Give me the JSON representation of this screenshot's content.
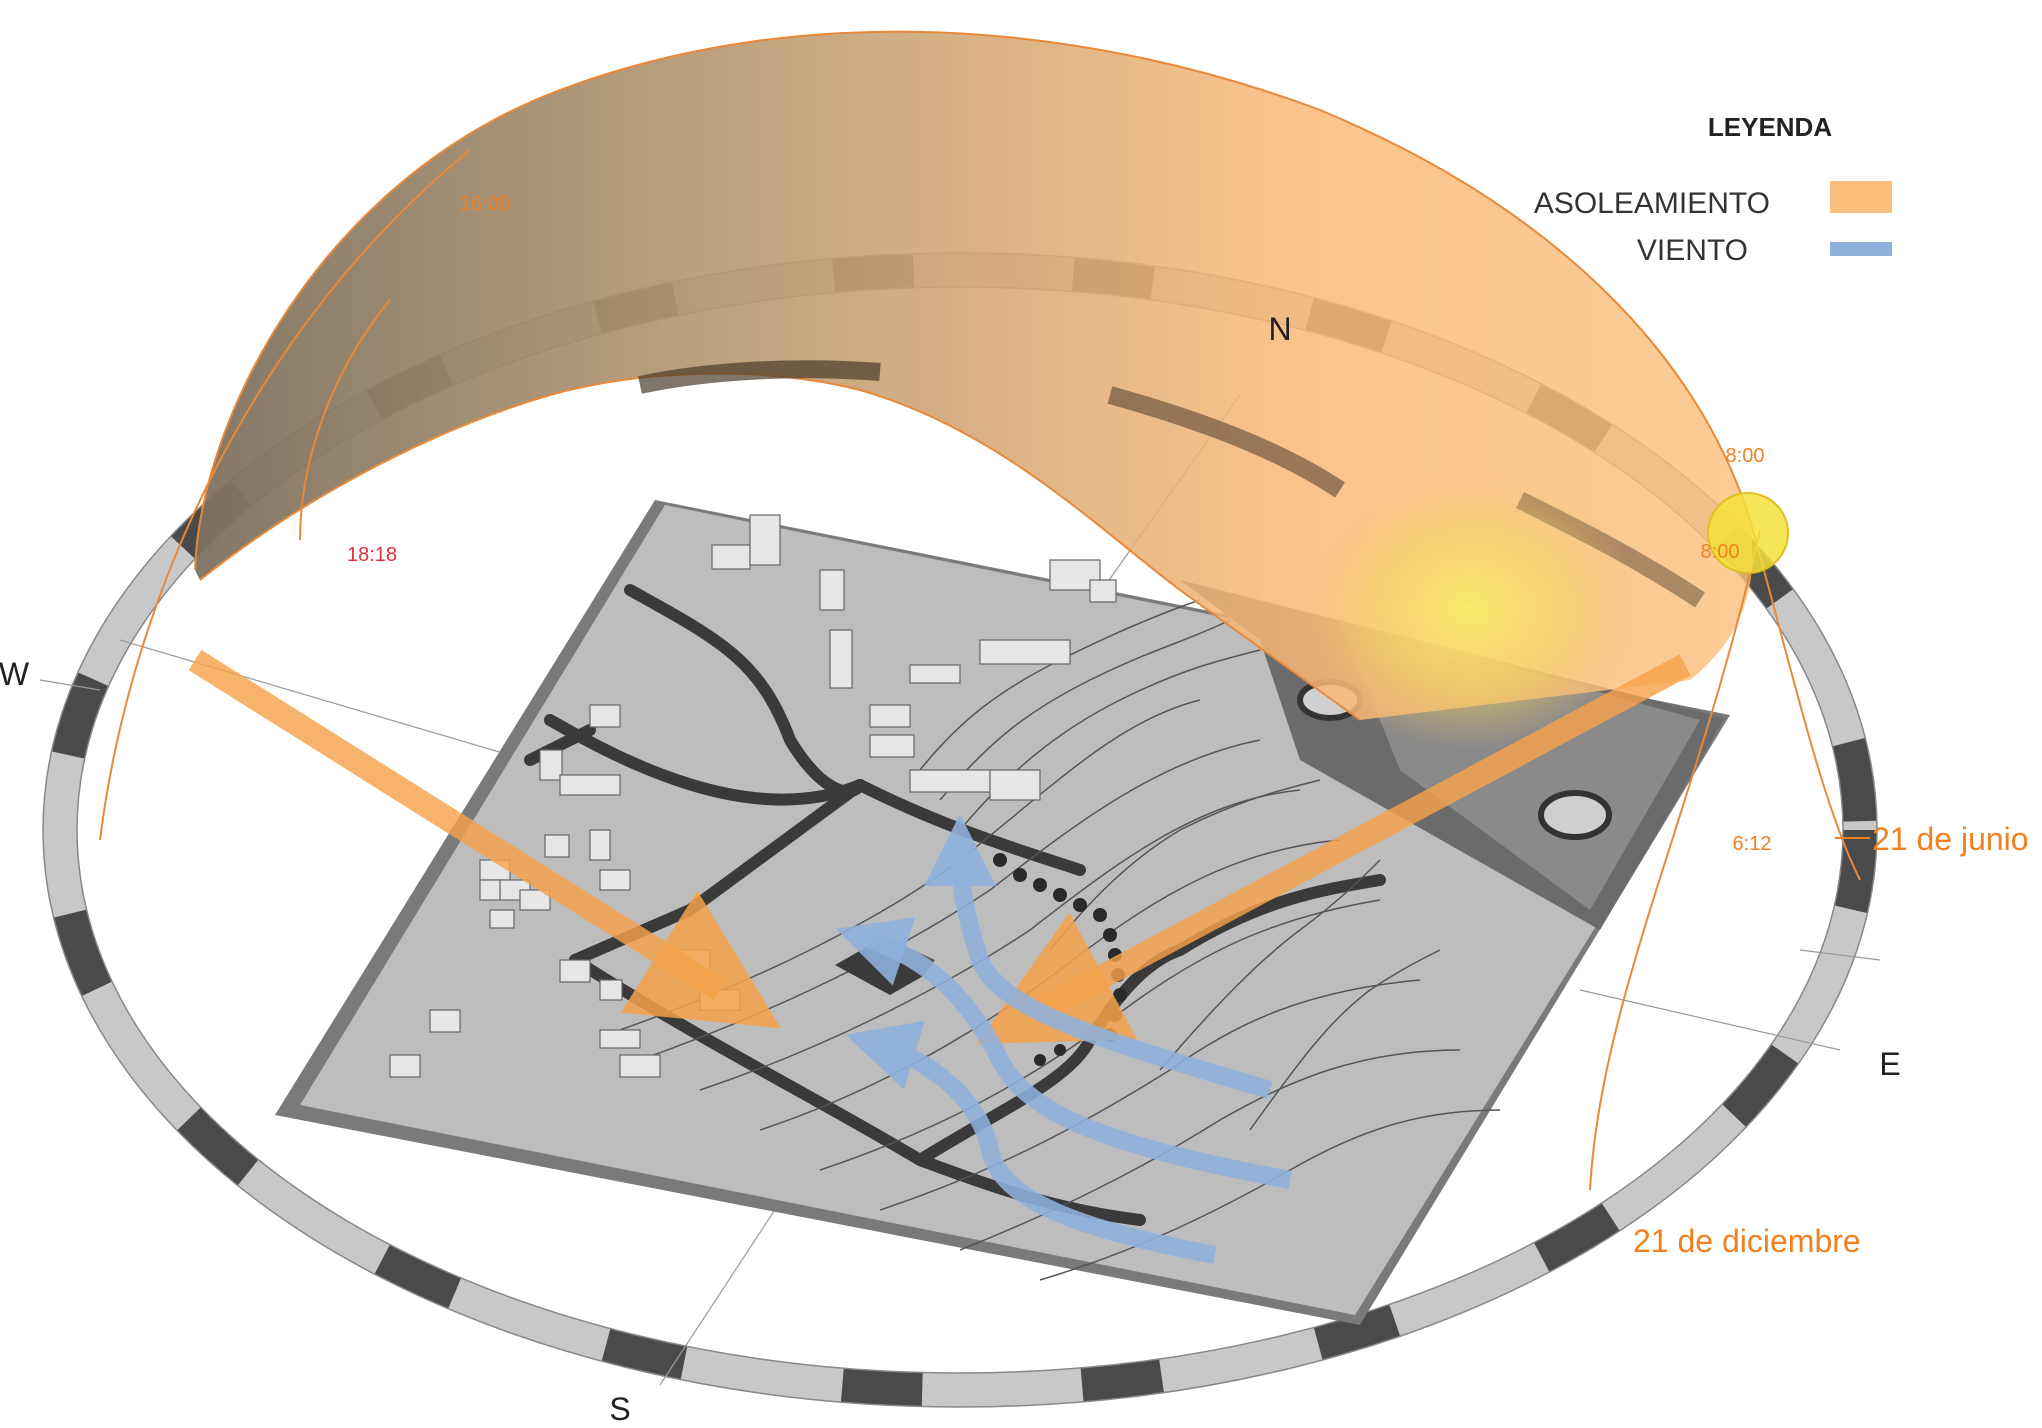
{
  "legend": {
    "title": "LEYENDA",
    "items": [
      {
        "label": "ASOLEAMIENTO",
        "color": "#fbbf7c"
      },
      {
        "label": "VIENTO",
        "color": "#8eb0dc"
      }
    ]
  },
  "compass": {
    "north": "N",
    "south": "S",
    "east": "E",
    "west": "W"
  },
  "times": {
    "t1600": "16:00",
    "t1818": "18:18",
    "t800_top": "8:00",
    "t800_sun": "8:00",
    "t612": "6:12"
  },
  "dates": {
    "june": "21 de junio",
    "december": "21 de diciembre"
  },
  "colors": {
    "sun_path": "#f6b26b",
    "sun": "#f5e04a",
    "wind": "#8eb0dc",
    "ring_dark": "#4a4a4a",
    "ring_light": "#bdbdbd",
    "terrain": "#b8b8b8"
  }
}
